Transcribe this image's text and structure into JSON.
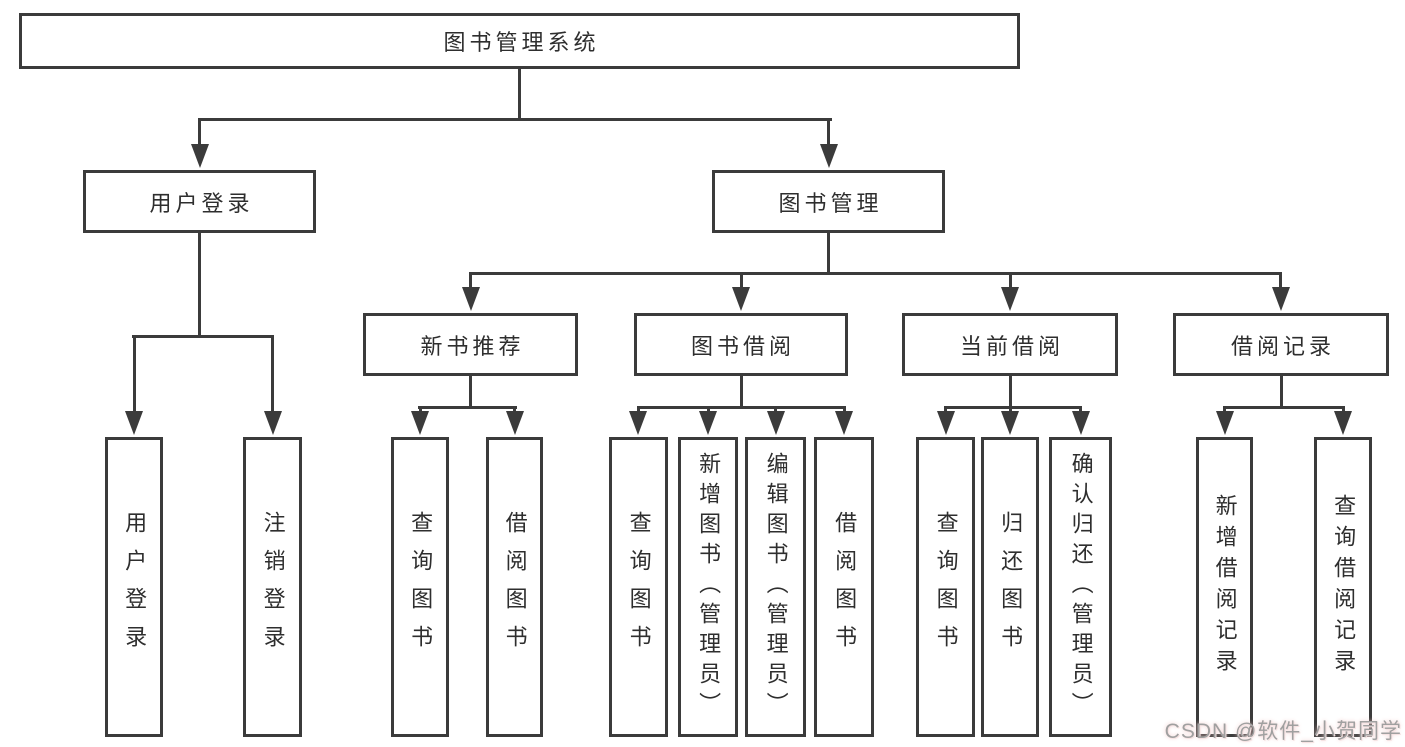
{
  "tree": {
    "label": "图书管理系统",
    "children": [
      {
        "label": "用户登录",
        "children": [
          {
            "label": "用户登录"
          },
          {
            "label": "注销登录"
          }
        ]
      },
      {
        "label": "图书管理",
        "children": [
          {
            "label": "新书推荐",
            "children": [
              {
                "label": "查询图书"
              },
              {
                "label": "借阅图书"
              }
            ]
          },
          {
            "label": "图书借阅",
            "children": [
              {
                "label": "查询图书"
              },
              {
                "label": "新增图书（管理员）"
              },
              {
                "label": "编辑图书（管理员）"
              },
              {
                "label": "借阅图书"
              }
            ]
          },
          {
            "label": "当前借阅",
            "children": [
              {
                "label": "查询图书"
              },
              {
                "label": "归还图书"
              },
              {
                "label": "确认归还（管理员）"
              }
            ]
          },
          {
            "label": "借阅记录",
            "children": [
              {
                "label": "新增借阅记录"
              },
              {
                "label": "查询借阅记录"
              }
            ]
          }
        ]
      }
    ]
  },
  "watermark": {
    "text": "CSDN @软件_小贺同学"
  },
  "colors": {
    "line": "#3b3b3b",
    "box_border": "#3b3b3b",
    "text": "#2e2e2e",
    "background": "#ffffff",
    "watermark": "#a0a0a0"
  }
}
